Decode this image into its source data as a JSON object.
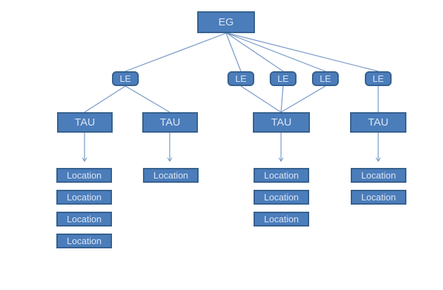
{
  "diagram": {
    "type": "org-hierarchy",
    "root": {
      "label": "EG"
    },
    "le_nodes": [
      {
        "label": "LE"
      },
      {
        "label": "LE"
      },
      {
        "label": "LE"
      },
      {
        "label": "LE"
      },
      {
        "label": "LE"
      }
    ],
    "tau_nodes": [
      {
        "label": "TAU"
      },
      {
        "label": "TAU"
      },
      {
        "label": "TAU"
      },
      {
        "label": "TAU"
      }
    ],
    "location_columns": [
      [
        "Location",
        "Location",
        "Location",
        "Location"
      ],
      [
        "Location"
      ],
      [
        "Location",
        "Location",
        "Location"
      ],
      [
        "Location",
        "Location"
      ]
    ],
    "edges": {
      "root_to_le": "EG connects to all 5 LE nodes",
      "le1_to": [
        "TAU 1",
        "TAU 2"
      ],
      "le2_le3_le4_to": "TAU 3",
      "le5_to": "TAU 4",
      "tau_arrows": "each TAU has a downward arrow to its first Location"
    },
    "colors": {
      "node_fill": "#4B7DBB",
      "node_border": "#36608E",
      "node_text": "#DCE5F1",
      "connector": "#7396C6",
      "background": "#FFFFFF"
    }
  }
}
